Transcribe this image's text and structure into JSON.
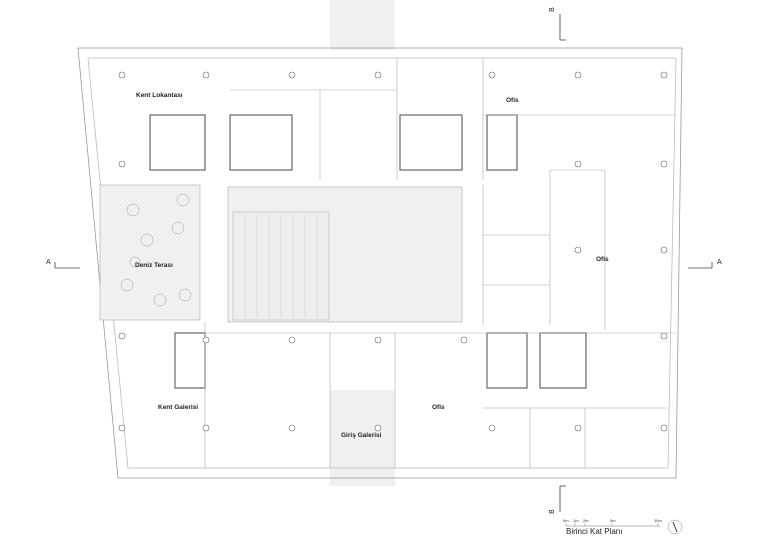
{
  "plan": {
    "title": "Birinci Kat Planı",
    "rooms": [
      {
        "name": "Kent Lokantası"
      },
      {
        "name": "Ofis"
      },
      {
        "name": "Deniz Terası"
      },
      {
        "name": "Ofis"
      },
      {
        "name": "Kent Galerisi"
      },
      {
        "name": "Ofis"
      },
      {
        "name": "Giriş Galerisi"
      }
    ],
    "section_markers": {
      "left": "A",
      "right": "A",
      "top": "B",
      "bottom": "B"
    },
    "scale_bar": [
      "0m",
      "1m",
      "2m",
      "5m",
      "10m"
    ],
    "north_arrow": "north-arrow"
  }
}
